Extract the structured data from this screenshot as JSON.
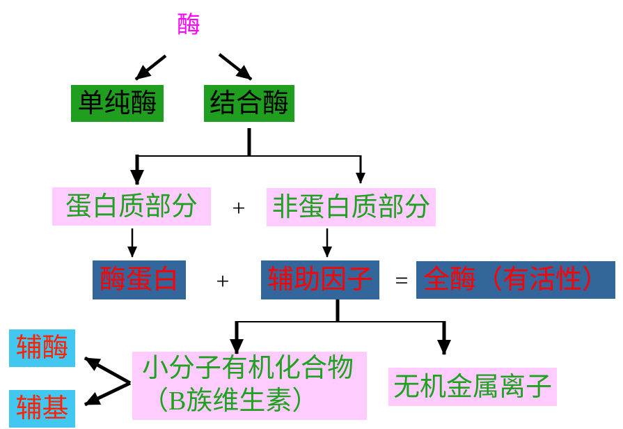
{
  "nodes": {
    "root": {
      "label": "酶"
    },
    "simple": {
      "label": "单纯酶"
    },
    "conjugated": {
      "label": "结合酶"
    },
    "protein_part": {
      "label": "蛋白质部分"
    },
    "non_protein_part": {
      "label": "非蛋白质部分"
    },
    "apoenzyme": {
      "label": "酶蛋白"
    },
    "cofactor": {
      "label": "辅助因子"
    },
    "holoenzyme": {
      "label": "全酶（有活性）"
    },
    "coenzyme": {
      "label": "辅酶"
    },
    "prosthetic_group": {
      "label": "辅基"
    },
    "small_organic": {
      "label": "小分子有机化合物",
      "sublabel": "（B族维生素）"
    },
    "inorganic_ion": {
      "label": "无机金属离子"
    }
  },
  "operators": {
    "plus1": "+",
    "plus2": "+",
    "equals": "="
  },
  "colors": {
    "magenta": "#ff00ff",
    "green_bg": "#1f9e1f",
    "green_text": "#21a121",
    "black": "#000000",
    "pink_bg": "#ffccff",
    "blue_bg": "#33669a",
    "red_text": "#ff0000",
    "cyan_bg": "#41c7f0",
    "orange_red_text": "#ff2200",
    "arrow": "#000000"
  }
}
